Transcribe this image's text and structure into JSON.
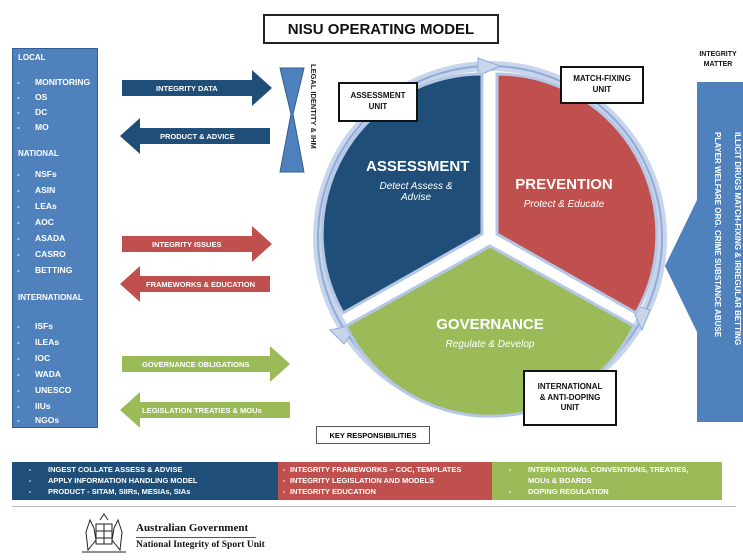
{
  "title": "NISU OPERATING MODEL",
  "left_panel": {
    "local_heading": "LOCAL",
    "local_items": [
      "MONITORING",
      "OS",
      "DC",
      "MO"
    ],
    "national_heading": "NATIONAL",
    "national_items": [
      "NSFs",
      "ASIN",
      "LEAs",
      "AOC",
      "ASADA",
      "CASRO",
      "BETTING"
    ],
    "international_heading": "INTERNATIONAL",
    "international_items": [
      "ISFs",
      "ILEAs",
      "IOC",
      "WADA",
      "UNESCO",
      "IIUs",
      "NGOs"
    ],
    "dash": "-"
  },
  "arrows": {
    "integrity_data": "INTEGRITY DATA",
    "product_advice": "PRODUCT & ADVICE",
    "integrity_issues": "INTEGRITY ISSUES",
    "frameworks_education": "FRAMEWORKS & EDUCATION",
    "governance_obligations": "GOVERNANCE OBLIGATIONS",
    "legislation_treaties": "LEGISLATION TREATIES & MOUs"
  },
  "hourglass_label": "LEGAL IDENTITY & IHM",
  "cycle": {
    "assessment": {
      "title": "ASSESSMENT",
      "subtitle_1": "Detect Assess &",
      "subtitle_2": "Advise"
    },
    "prevention": {
      "title": "PREVENTION",
      "subtitle": "Protect & Educate"
    },
    "governance": {
      "title": "GOVERNANCE",
      "subtitle": "Regulate & Develop"
    }
  },
  "units": {
    "assessment_unit_1": "ASSESSMENT",
    "assessment_unit_2": "UNIT",
    "match_fixing_1": "MATCH-FIXING",
    "match_fixing_2": "UNIT",
    "intl_1": "INTERNATIONAL",
    "intl_2": "& ANTI-DOPING",
    "intl_3": "UNIT"
  },
  "integrity_matter": {
    "line1": "INTEGRITY",
    "line2": "MATTER"
  },
  "right_panel_text": {
    "col1": "ILLICIT DRUGS  MATCH-FIXING & IRREGULAR BETTING",
    "col2": "PLAYER WELFARE  ORG. CRIME  SUBSTANCE ABUSE"
  },
  "key_responsibilities": "KEY RESPONSIBILITIES",
  "bottom": {
    "blue": [
      "INGEST COLLATE ASSESS & ADVISE",
      "APPLY INFORMATION HANDLING MODEL",
      "PRODUCT - SITAM, SIIRs, MESIAs, SIAs"
    ],
    "red": [
      "INTEGRITY FRAMEWORKS – COC, TEMPLATES",
      "INTEGRITY LEGISLATION AND MODELS",
      "INTEGRITY EDUCATION"
    ],
    "green": [
      "INTERNATIONAL CONVENTIONS, TREATIES,",
      "MOUs & BOARDS",
      "DOPING REGULATION"
    ],
    "dash": "-"
  },
  "footer": {
    "line1": "Australian Government",
    "line2": "National Integrity of Sport Unit"
  },
  "colors": {
    "blue_dark": "#1f4e79",
    "blue_panel": "#4f81bd",
    "red": "#c0504d",
    "green": "#9bbb59",
    "ring": "#b4c7e7"
  }
}
